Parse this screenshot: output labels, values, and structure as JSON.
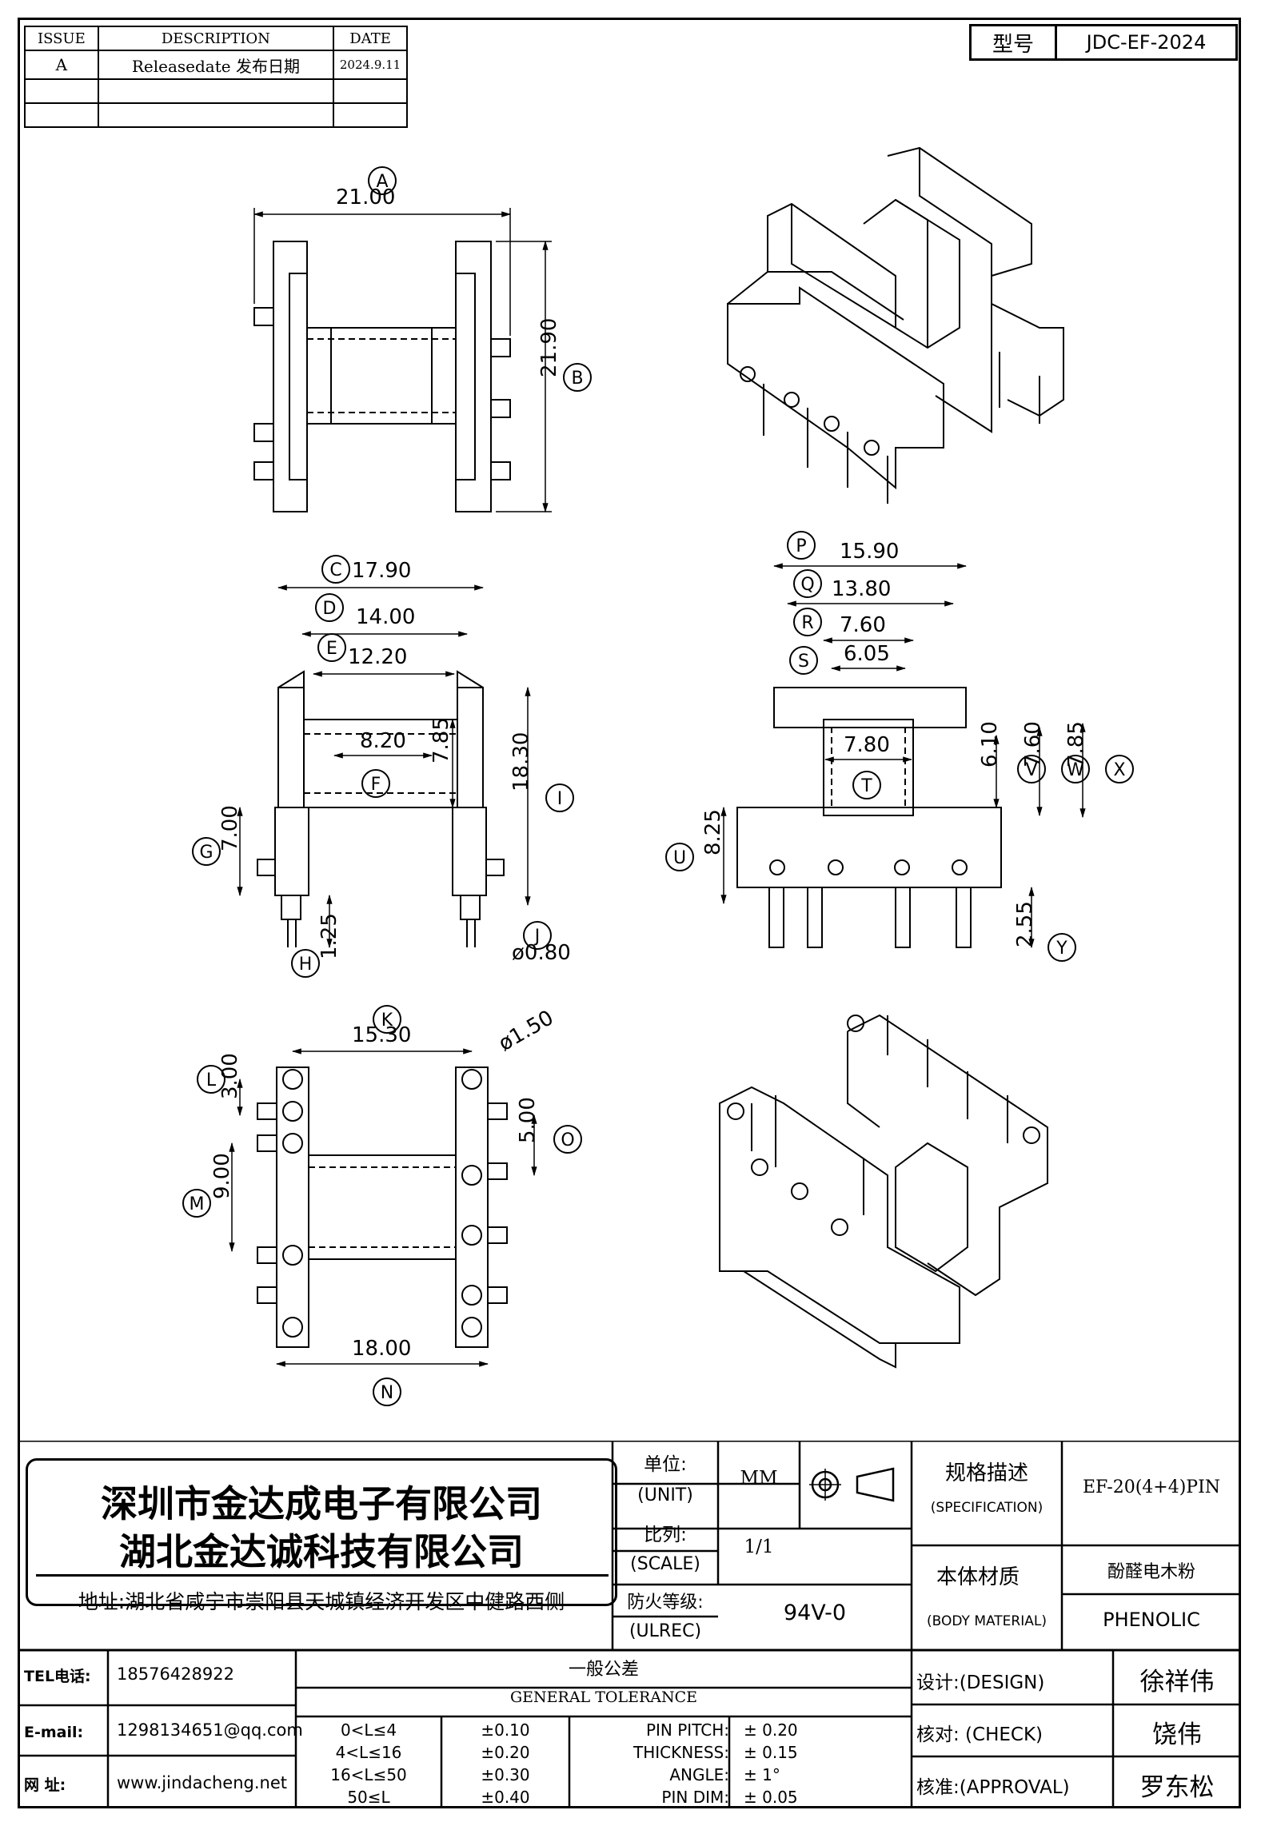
{
  "revision_table": {
    "headers": [
      "ISSUE",
      "DESCRIPTION",
      "DATE"
    ],
    "rows": [
      [
        "A",
        "Releasedate 发布日期",
        "2024.9.11"
      ],
      [
        "",
        "",
        ""
      ],
      [
        "",
        "",
        ""
      ]
    ]
  },
  "model": {
    "label": "型号",
    "value": "JDC-EF-2024"
  },
  "drawing": {
    "top_view": {
      "dims": [
        {
          "tag": "A",
          "value": "21.00"
        },
        {
          "tag": "B",
          "value": "21.90"
        }
      ]
    },
    "front_view": {
      "dims": [
        {
          "tag": "C",
          "value": "17.90"
        },
        {
          "tag": "D",
          "value": "14.00"
        },
        {
          "tag": "E",
          "value": "12.20"
        },
        {
          "tag": "F",
          "value": "8.20"
        },
        {
          "tag": "",
          "value": "7.85"
        },
        {
          "tag": "I",
          "value": "18.30"
        },
        {
          "tag": "G",
          "value": "7.00"
        },
        {
          "tag": "H",
          "value": "1.25"
        },
        {
          "tag": "J",
          "value": "ø0.80"
        }
      ]
    },
    "side_view": {
      "dims": [
        {
          "tag": "P",
          "value": "15.90"
        },
        {
          "tag": "Q",
          "value": "13.80"
        },
        {
          "tag": "R",
          "value": "7.60"
        },
        {
          "tag": "S",
          "value": "6.05"
        },
        {
          "tag": "T",
          "value": "7.80"
        },
        {
          "tag": "V",
          "value": "6.10"
        },
        {
          "tag": "W",
          "value": "7.60"
        },
        {
          "tag": "X",
          "value": "7.85"
        },
        {
          "tag": "U",
          "value": "8.25"
        },
        {
          "tag": "Y",
          "value": "2.55"
        }
      ]
    },
    "bottom_view": {
      "dims": [
        {
          "tag": "K",
          "value": "15.30"
        },
        {
          "tag": "",
          "value": "ø1.50"
        },
        {
          "tag": "L",
          "value": "3.00"
        },
        {
          "tag": "O",
          "value": "5.00"
        },
        {
          "tag": "M",
          "value": "9.00"
        },
        {
          "tag": "N",
          "value": "18.00"
        }
      ]
    }
  },
  "title_block": {
    "company_1": "深圳市金达成电子有限公司",
    "company_2": "湖北金达诚科技有限公司",
    "address": "地址:湖北省咸宁市崇阳县天城镇经济开发区中健路西侧",
    "unit_label": "单位:",
    "unit_label_en": "(UNIT)",
    "unit_value": "MM",
    "scale_label": "比列:",
    "scale_label_en": "(SCALE)",
    "scale_value": "1/1",
    "ul_label": "防火等级:",
    "ul_label_en": "(ULREC)",
    "ul_value": "94V-0",
    "spec_label": "规格描述",
    "spec_label_en": "(SPECIFICATION)",
    "spec_value": "EF-20(4+4)PIN",
    "material_label": "本体材质",
    "material_label_en": "(BODY MATERIAL)",
    "material_value_cn": "酚醛电木粉",
    "material_value_en": "PHENOLIC",
    "tel_label": "TEL电话:",
    "tel_value": "18576428922",
    "email_label": "E-mail:",
    "email_value": "1298134651@qq.com",
    "web_label": "网  址:",
    "web_value": "www.jindacheng.net",
    "tolerance_title_cn": "一般公差",
    "tolerance_title_en": "GENERAL TOLERANCE",
    "tolerance_rows": [
      {
        "range": "0<L≤4",
        "tol": "±0.10",
        "item": "PIN PITCH:",
        "val": "± 0.20"
      },
      {
        "range": "4<L≤16",
        "tol": "±0.20",
        "item": "THICKNESS:",
        "val": "± 0.15"
      },
      {
        "range": "16<L≤50",
        "tol": "±0.30",
        "item": "ANGLE:",
        "val": "± 1°"
      },
      {
        "range": "50≤L",
        "tol": "±0.40",
        "item": "PIN DIM:",
        "val": "± 0.05"
      }
    ],
    "design_label": "设计:(DESIGN)",
    "design_value": "徐祥伟",
    "check_label": "核对: (CHECK)",
    "check_value": "饶伟",
    "approval_label": "核准:(APPROVAL)",
    "approval_value": "罗东松"
  }
}
